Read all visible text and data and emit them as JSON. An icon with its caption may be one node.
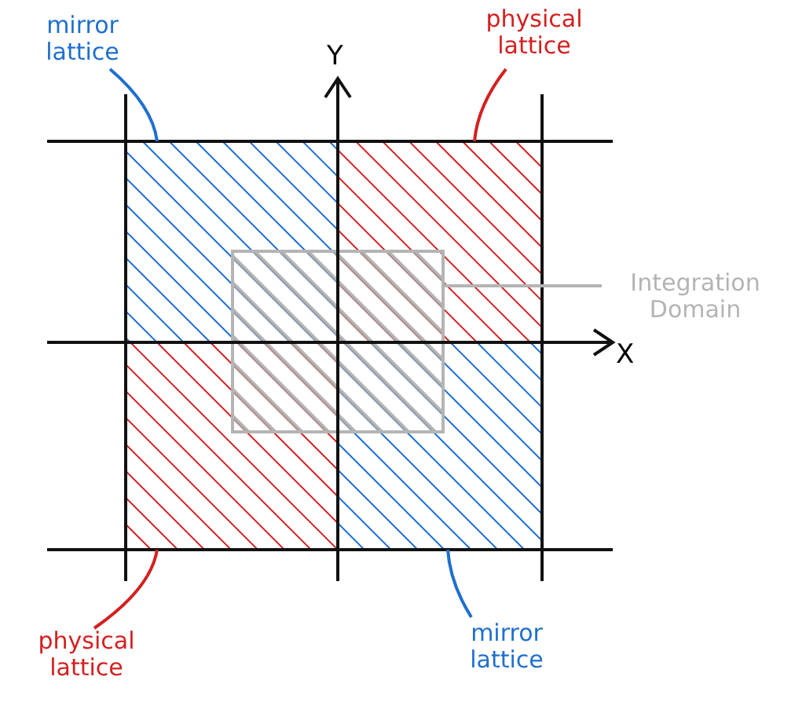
{
  "diagram": {
    "nodes": [
      {
        "text": [
          "mirror lattice"
        ]
      },
      {
        "text": [
          "physical lattice"
        ]
      },
      {
        "text": [
          "Integration Domain"
        ]
      },
      {
        "text": [
          "physical lattice"
        ]
      },
      {
        "text": [
          "mirror lattice"
        ]
      },
      {
        "text": [],
        "shape": "box"
      },
      {
        "text": [],
        "shape": "box"
      },
      {
        "text": [],
        "shape": "box"
      },
      {
        "text": [],
        "shape": "box"
      },
      {
        "text": [],
        "shape": "box"
      }
    ],
    "edges": [
      {
        "from": 0,
        "to": 5,
        "arrow": "none",
        "color": "#1f6fd0"
      },
      {
        "from": 1,
        "to": 6,
        "arrow": "none",
        "color": "#d42020"
      },
      {
        "from": 2,
        "to": 9,
        "arrow": "none",
        "color": "#b4b4b4"
      },
      {
        "from": 3,
        "to": 7,
        "arrow": "none",
        "color": "#d42020"
      },
      {
        "from": 4,
        "to": 8,
        "arrow": "none",
        "color": "#1f6fd0"
      }
    ],
    "labels": [
      "Y",
      "X"
    ]
  }
}
